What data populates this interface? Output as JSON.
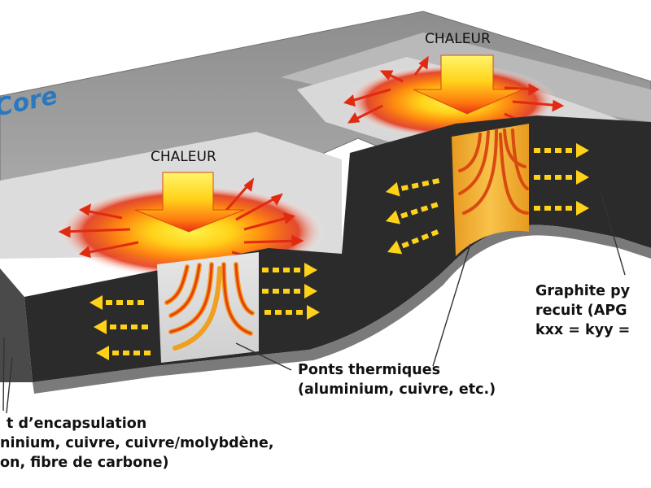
{
  "logo_text": "Core",
  "heat_labels": [
    "CHALEUR",
    "CHALEUR"
  ],
  "callouts": {
    "graphite": [
      "Graphite py",
      "recuit (APG",
      "kxx = kyy ="
    ],
    "bridges": [
      "Ponts thermiques",
      "(aluminium, cuivre, etc.)"
    ],
    "encapsulation": [
      "t d’encapsulation",
      "ninium, cuivre, cuivre/molybdène,",
      "on, fibre de carbone)"
    ]
  },
  "colors": {
    "heat_core": "#ffe833",
    "heat_mid": "#ff9a10",
    "heat_outer": "#e53010",
    "arrow_yellow": "#ffd21a",
    "graphite_face": "#2b2b2b",
    "top_surface": "#9c9c9c",
    "logo_blue": "#2a78c0"
  },
  "icons": [
    "heat-arrow-icon",
    "heat-flow-arrow-icon"
  ]
}
